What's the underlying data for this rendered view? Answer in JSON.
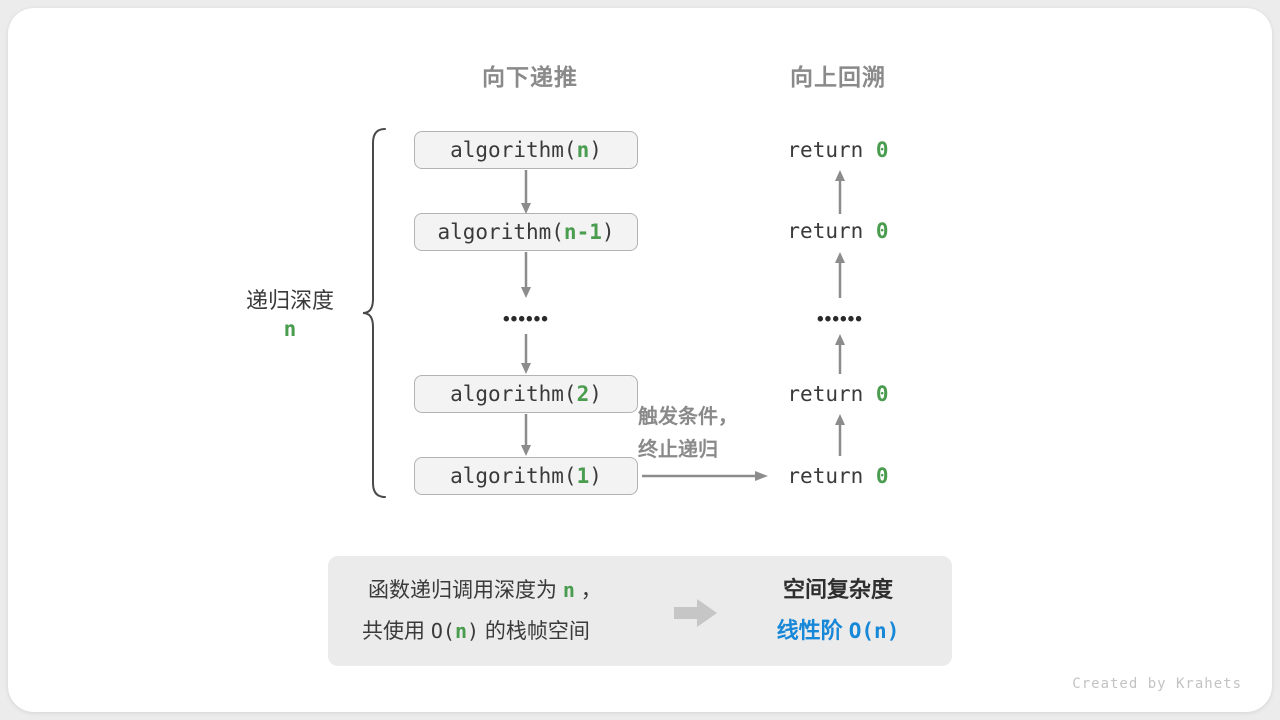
{
  "headers": {
    "descend": "向下递推",
    "backtrack": "向上回溯"
  },
  "depth_label": {
    "text": "递归深度",
    "value": "n"
  },
  "calls": [
    {
      "prefix": "algorithm(",
      "arg": "n",
      "suffix": ")"
    },
    {
      "prefix": "algorithm(",
      "arg": "n-1",
      "suffix": ")"
    },
    {
      "prefix": "algorithm(",
      "arg": "2",
      "suffix": ")"
    },
    {
      "prefix": "algorithm(",
      "arg": "1",
      "suffix": ")"
    }
  ],
  "returns": [
    {
      "prefix": "return ",
      "value": "0"
    },
    {
      "prefix": "return ",
      "value": "0"
    },
    {
      "prefix": "return ",
      "value": "0"
    },
    {
      "prefix": "return ",
      "value": "0"
    }
  ],
  "ellipsis": "••••••",
  "trigger": {
    "line1": "触发条件，",
    "line2": "终止递归"
  },
  "summary": {
    "line1_t1": "函数递归调用深度为 ",
    "line1_n": "n",
    "line1_t2": " ，",
    "line2_t1": "共使用 ",
    "line2_o": "O(",
    "line2_n": "n",
    "line2_c": ")",
    "line2_t2": " 的栈帧空间",
    "title": "空间复杂度",
    "result_t1": "线性阶 ",
    "result_code": "O(n)"
  },
  "watermark": "Created by Krahets",
  "colors": {
    "green": "#4a9c4f",
    "blue": "#1787d8",
    "arrow_gray": "#8c8c8c",
    "box_bg": "#f3f3f3",
    "box_border": "#b3b3b3",
    "summary_bg": "#ebebeb",
    "label_gray": "#8a8a8a",
    "text_dark": "#3a3a3a"
  }
}
